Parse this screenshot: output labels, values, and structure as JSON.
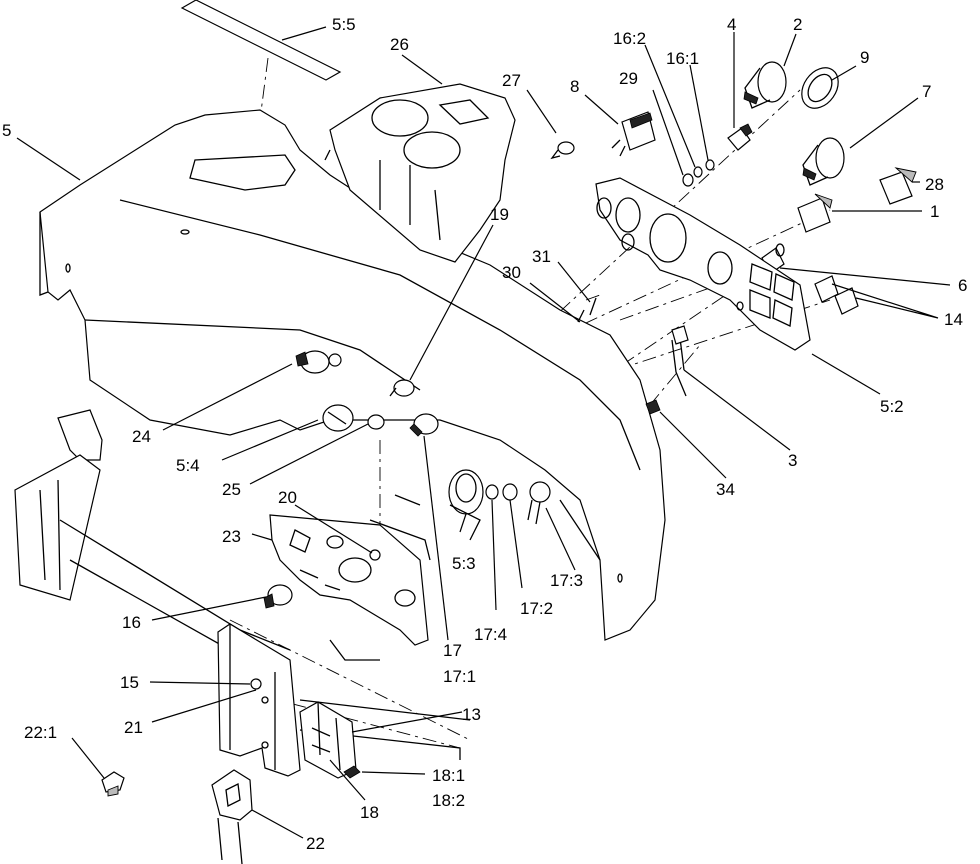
{
  "callouts": [
    {
      "id": "5_5",
      "text": "5:5"
    },
    {
      "id": "26",
      "text": "26"
    },
    {
      "id": "27",
      "text": "27"
    },
    {
      "id": "8",
      "text": "8"
    },
    {
      "id": "16_2",
      "text": "16:2"
    },
    {
      "id": "29",
      "text": "29"
    },
    {
      "id": "16_1",
      "text": "16:1"
    },
    {
      "id": "4",
      "text": "4"
    },
    {
      "id": "2",
      "text": "2"
    },
    {
      "id": "9",
      "text": "9"
    },
    {
      "id": "7",
      "text": "7"
    },
    {
      "id": "28",
      "text": "28"
    },
    {
      "id": "1",
      "text": "1"
    },
    {
      "id": "5",
      "text": "5"
    },
    {
      "id": "19",
      "text": "19"
    },
    {
      "id": "31",
      "text": "31"
    },
    {
      "id": "30",
      "text": "30"
    },
    {
      "id": "6",
      "text": "6"
    },
    {
      "id": "14",
      "text": "14"
    },
    {
      "id": "5_2",
      "text": "5:2"
    },
    {
      "id": "3",
      "text": "3"
    },
    {
      "id": "34",
      "text": "34"
    },
    {
      "id": "24",
      "text": "24"
    },
    {
      "id": "5_4",
      "text": "5:4"
    },
    {
      "id": "25",
      "text": "25"
    },
    {
      "id": "20",
      "text": "20"
    },
    {
      "id": "23",
      "text": "23"
    },
    {
      "id": "5_3",
      "text": "5:3"
    },
    {
      "id": "17_3",
      "text": "17:3"
    },
    {
      "id": "17_2",
      "text": "17:2"
    },
    {
      "id": "17_4",
      "text": "17:4"
    },
    {
      "id": "16",
      "text": "16"
    },
    {
      "id": "17",
      "text": "17"
    },
    {
      "id": "17_1",
      "text": "17:1"
    },
    {
      "id": "15",
      "text": "15"
    },
    {
      "id": "21",
      "text": "21"
    },
    {
      "id": "13",
      "text": "13"
    },
    {
      "id": "22_1",
      "text": "22:1"
    },
    {
      "id": "18_1",
      "text": "18:1"
    },
    {
      "id": "18_2",
      "text": "18:2"
    },
    {
      "id": "18",
      "text": "18"
    },
    {
      "id": "22",
      "text": "22"
    }
  ]
}
